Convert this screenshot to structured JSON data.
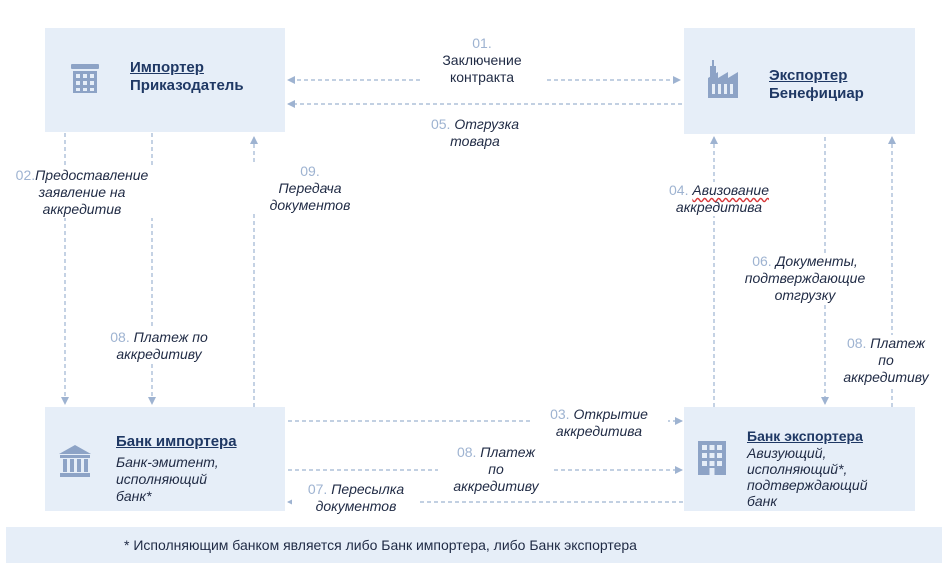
{
  "boxes": {
    "importer": {
      "title": "Импортер",
      "subtitle": "Приказодатель"
    },
    "exporter": {
      "title": "Экспортер",
      "subtitle": "Бенефициар"
    },
    "importer_bank": {
      "title": "Банк импортера",
      "lines": [
        "Банк-эмитент,",
        "исполняющий",
        "банк*"
      ]
    },
    "exporter_bank": {
      "title": "Банк экспортера",
      "lines": [
        "Авизующий,",
        "исполняющий*,",
        "подтверждающий",
        "банк"
      ]
    }
  },
  "steps": {
    "s01": {
      "num": "01.",
      "line1": "Заключение",
      "line2": "контракта"
    },
    "s02": {
      "num": "02.",
      "line1": "Предоставление",
      "line2": "заявление на",
      "line3": "аккредитив"
    },
    "s03": {
      "num": "03.",
      "line1": "Открытие",
      "line2": "аккредитива"
    },
    "s04": {
      "num": "04.",
      "line1": "Авизование",
      "line2": "аккредитива"
    },
    "s05": {
      "num": "05.",
      "line1": "Отгрузка",
      "line2": "товара"
    },
    "s06": {
      "num": "06.",
      "line1": "Документы,",
      "line2": "подтверждающие",
      "line3": "отгрузку"
    },
    "s07": {
      "num": "07.",
      "line1": "Пересылка",
      "line2": "документов"
    },
    "s08_left": {
      "num": "08.",
      "line1": "Платеж по",
      "line2": "аккредитиву"
    },
    "s08_mid": {
      "num": "08.",
      "line1": "Платеж",
      "line2": "по",
      "line3": "аккредитиву"
    },
    "s08_right": {
      "num": "08.",
      "line1": "Платеж",
      "line2": "по",
      "line3": "аккредитиву"
    },
    "s09": {
      "num": "09.",
      "line1": "Передача",
      "line2": "документов"
    }
  },
  "footnote": "* Исполняющим банком является либо Банк импортера, либо Банк экспортера",
  "colors": {
    "box_fill": "#e6eef8",
    "arrow": "#9eb3d1",
    "icon": "#8da3c6",
    "title": "#1f3864"
  }
}
